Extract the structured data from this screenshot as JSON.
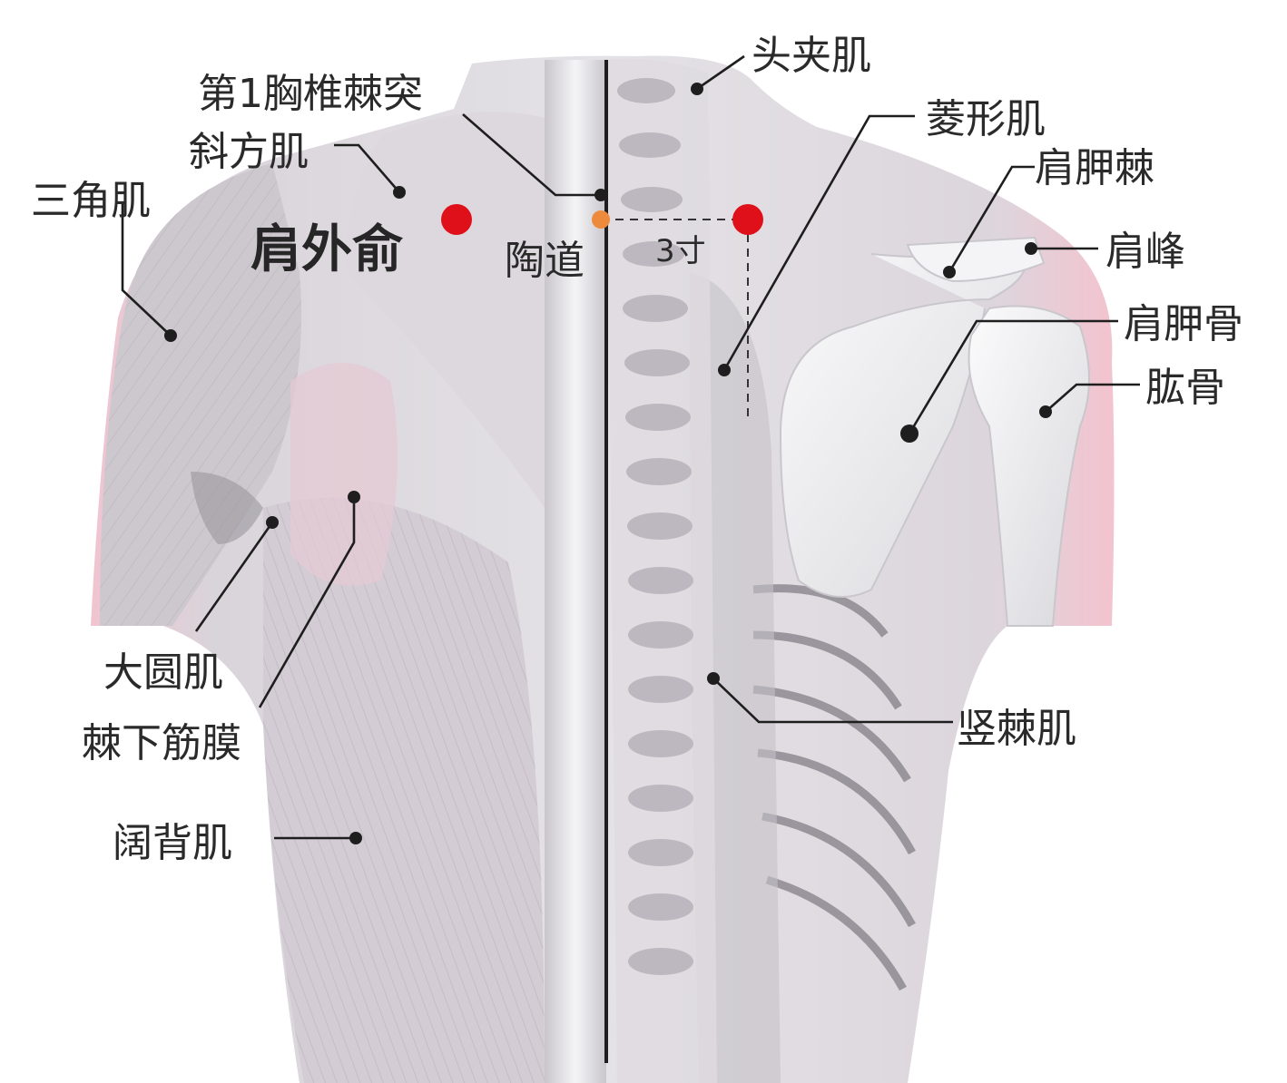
{
  "title": "肩外俞",
  "labels": {
    "t1_spinous": "第1胸椎棘突",
    "splenius": "头夹肌",
    "trapezius": "斜方肌",
    "rhomboid": "菱形肌",
    "deltoid": "三角肌",
    "scapular_spine": "肩胛棘",
    "acromion": "肩峰",
    "scapula": "肩胛骨",
    "humerus": "肱骨",
    "teres_major": "大圆肌",
    "infraspinous_fascia": "棘下筋膜",
    "erector_spinae": "竖棘肌",
    "latissimus": "阔背肌",
    "taodao": "陶道",
    "distance": "3寸"
  },
  "colors": {
    "acupoint": "#e0101a",
    "reference_point": "#ee8a3c",
    "skin": "#f4c6d2",
    "muscle": "#d6d2d8",
    "bone": "#f2f2f4"
  }
}
